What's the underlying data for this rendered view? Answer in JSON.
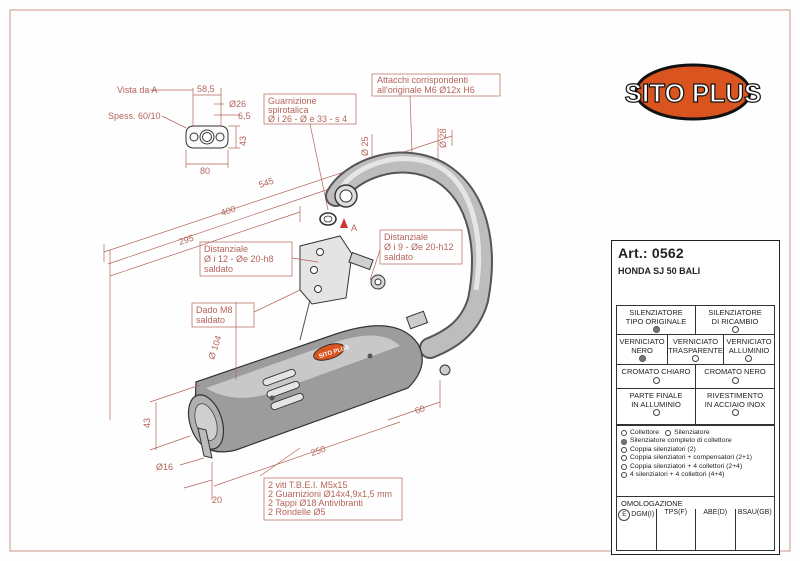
{
  "brand": {
    "logo_text": "SITO PLUS",
    "logo_color": "#d9541e"
  },
  "drawing": {
    "labels": {
      "view_a": "Vista da  A",
      "thickness": "Spess. 60/10",
      "gasket": [
        "Guarnizione",
        "spirotalica",
        "Ø i 26 - Ø e 33 - s 4"
      ],
      "connections": [
        "Attacchi corrispondenti",
        "all'originale M6 Ø12x H6"
      ],
      "spacer_1": [
        "Distanziale",
        "Ø i 12 - Øe 20-h8",
        "saldato"
      ],
      "spacer_2": [
        "Distanziale",
        "Ø i 9 - Øe 20-h12",
        "saldato"
      ],
      "nut": [
        "Dado M8",
        "saldato"
      ],
      "kit": [
        "2 viti T.B.E.I. M5x15",
        "2 Guarnizioni Ø14x4,9x1,5 mm",
        "2 Tappi Ø18 Antivibranti",
        "2 Rondelle Ø5"
      ],
      "arrow_a": "A"
    },
    "dimensions": {
      "d58_5": "58,5",
      "d26": "Ø26",
      "d6_5": "6,5",
      "d43_flange": "43",
      "d80": "80",
      "d545": "545",
      "d400": "400",
      "d295": "295",
      "d25_pipe": "Ø 25",
      "d28_pipe": "Ø 28",
      "d104": "Ø 104",
      "d60": "60",
      "d250": "250",
      "d43_tail": "43",
      "d16": "Ø16",
      "d20": "20"
    }
  },
  "spec_panel": {
    "article_label": "Art.:",
    "article_no": "0562",
    "model": "HONDA SJ 50 BALI",
    "rows": [
      [
        {
          "text": [
            "SILENZIATORE",
            "TIPO ORIGINALE"
          ],
          "selected": true
        },
        {
          "text": [
            "SILENZIATORE",
            "DI RICAMBIO"
          ],
          "selected": false
        }
      ],
      [
        {
          "text": [
            "VERNICIATO",
            "NERO"
          ],
          "selected": true
        },
        {
          "text": [
            "VERNICIATO",
            "TRASPARENTE"
          ],
          "selected": false
        },
        {
          "text": [
            "VERNICIATO",
            "ALLUMINIO"
          ],
          "selected": false
        }
      ],
      [
        {
          "text": [
            "CROMATO CHIARO"
          ],
          "selected": false
        },
        {
          "text": [
            "CROMATO NERO"
          ],
          "selected": false
        }
      ],
      [
        {
          "text": [
            "PARTE FINALE",
            "IN ALLUMINIO"
          ],
          "selected": false
        },
        {
          "text": [
            "RIVESTIMENTO",
            "IN ACCIAIO INOX"
          ],
          "selected": false
        }
      ]
    ],
    "options_first_row": [
      {
        "text": "Collettore",
        "selected": false
      },
      {
        "text": "Silenziatore",
        "selected": false
      }
    ],
    "options": [
      {
        "text": "Silenziatore completo di collettore",
        "selected": true
      },
      {
        "text": "Coppia silenziatori (2)",
        "selected": false
      },
      {
        "text": "Coppia silenziatori + compensatori (2+1)",
        "selected": false
      },
      {
        "text": "Coppia silenziatori + 4 collettori (2+4)",
        "selected": false
      },
      {
        "text": "4 silenziatori + 4 collettori (4+4)",
        "selected": false
      }
    ],
    "homologation_title": "OMOLOGAZIONE",
    "homologation": [
      {
        "seal": "E",
        "text": "DGM(I)"
      },
      {
        "text": "TPS(F)"
      },
      {
        "text": "ABE(D)"
      },
      {
        "text": "BSAU(GB)"
      }
    ]
  }
}
